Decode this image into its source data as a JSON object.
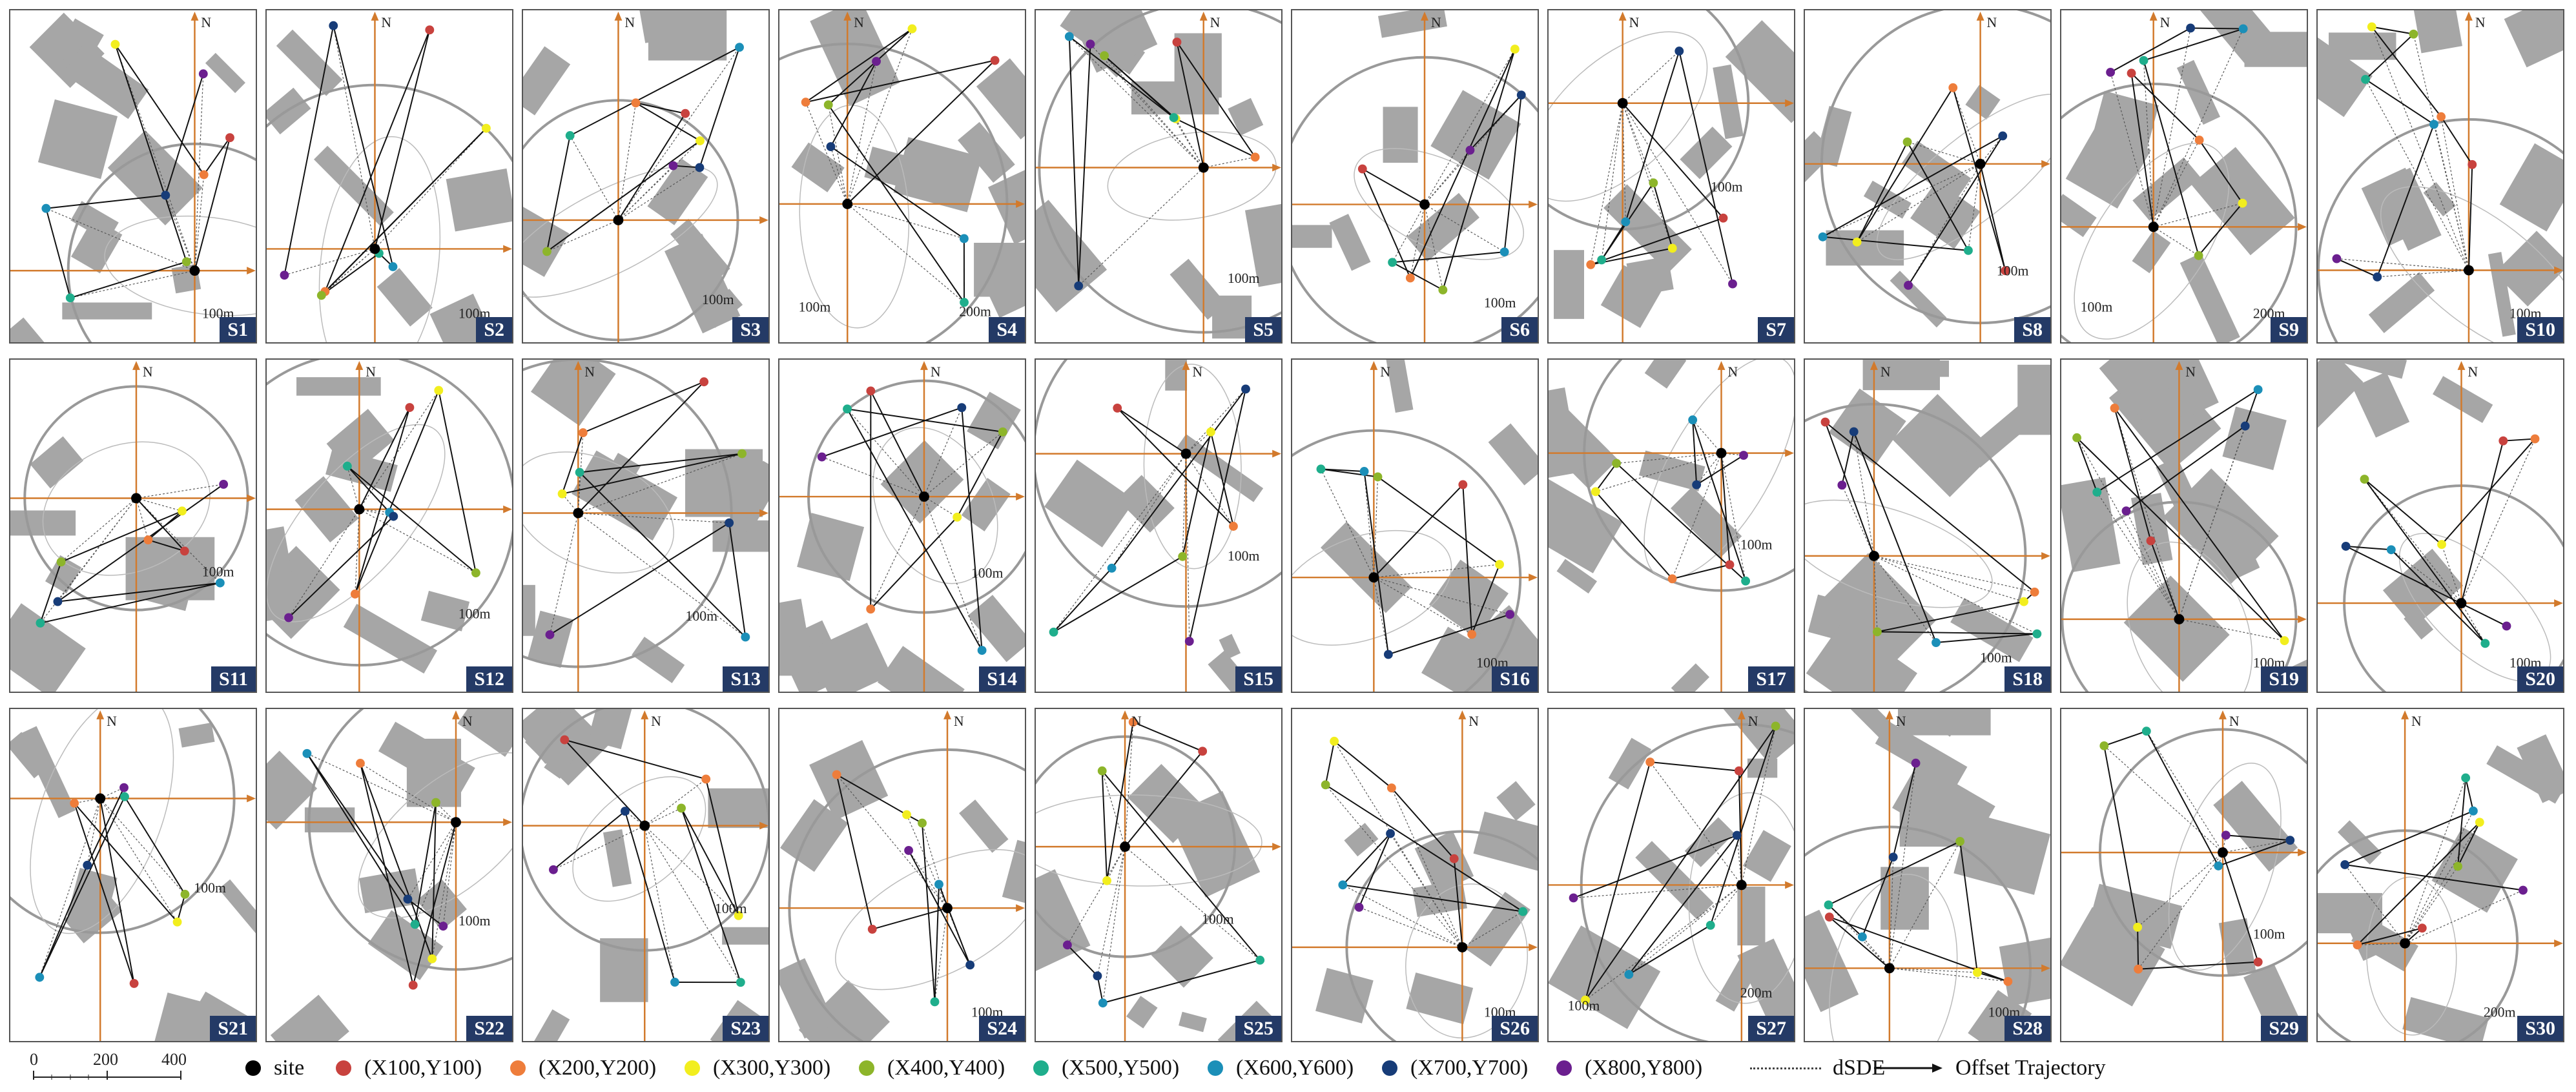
{
  "north_label": "N",
  "panels": [
    {
      "id": "S1",
      "ring": "100m"
    },
    {
      "id": "S2",
      "ring": "100m"
    },
    {
      "id": "S3",
      "ring": "100m"
    },
    {
      "id": "S4",
      "ring": "200m",
      "ring2": "100m"
    },
    {
      "id": "S5",
      "ring": "100m"
    },
    {
      "id": "S6",
      "ring": "100m"
    },
    {
      "id": "S7",
      "ring": "100m"
    },
    {
      "id": "S8",
      "ring": "100m"
    },
    {
      "id": "S9",
      "ring": "200m",
      "ring2": "100m"
    },
    {
      "id": "S10",
      "ring": "100m"
    },
    {
      "id": "S11",
      "ring": "100m"
    },
    {
      "id": "S12",
      "ring": "100m"
    },
    {
      "id": "S13",
      "ring": "100m"
    },
    {
      "id": "S14",
      "ring": "100m"
    },
    {
      "id": "S15",
      "ring": "100m"
    },
    {
      "id": "S16",
      "ring": "100m"
    },
    {
      "id": "S17",
      "ring": "100m"
    },
    {
      "id": "S18",
      "ring": "100m"
    },
    {
      "id": "S19",
      "ring": "100m"
    },
    {
      "id": "S20",
      "ring": "100m"
    },
    {
      "id": "S21",
      "ring": "100m"
    },
    {
      "id": "S22",
      "ring": "100m"
    },
    {
      "id": "S23",
      "ring": "100m"
    },
    {
      "id": "S24",
      "ring": "100m"
    },
    {
      "id": "S25",
      "ring": "100m"
    },
    {
      "id": "S26",
      "ring": "100m"
    },
    {
      "id": "S27",
      "ring": "200m",
      "ring2": "100m"
    },
    {
      "id": "S28",
      "ring": "100m"
    },
    {
      "id": "S29",
      "ring": "100m"
    },
    {
      "id": "S30",
      "ring": "200m"
    }
  ],
  "legend": {
    "site": "site",
    "x100": "(X100,Y100)",
    "x200": "(X200,Y200)",
    "x300": "(X300,Y300)",
    "x400": "(X400,Y400)",
    "x500": "(X500,Y500)",
    "x600": "(X600,Y600)",
    "x700": "(X700,Y700)",
    "x800": "(X800,Y800)",
    "dsde": "dSDE",
    "trajectory": "Offset Trajectory"
  },
  "scale": {
    "t0": "0",
    "t1": "200",
    "t2": "400"
  },
  "colors": {
    "site": "#000000",
    "x100": "#c8423e",
    "x200": "#ee7d3b",
    "x300": "#f2ee1e",
    "x400": "#8db52a",
    "x500": "#1fae8c",
    "x600": "#1b8fb8",
    "x700": "#173c78",
    "x800": "#6b1f8f",
    "axis": "#d27a2c",
    "building": "#a6a6a6"
  }
}
